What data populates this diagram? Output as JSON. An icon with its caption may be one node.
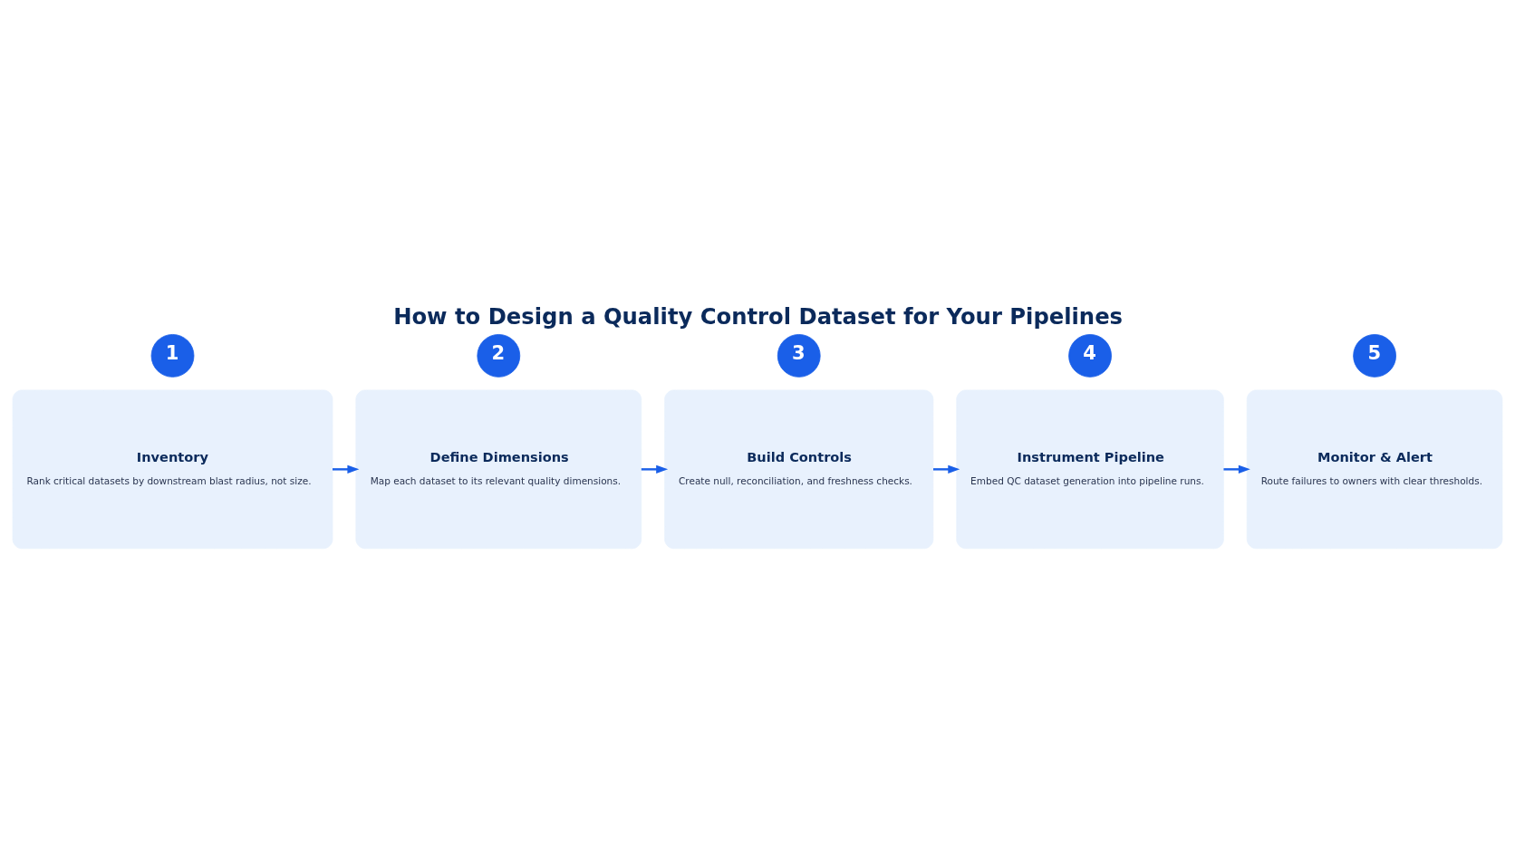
{
  "diagram": {
    "title": "How to Design a Quality Control Dataset for Your Pipelines",
    "nodes": [
      {
        "text": [
          "1"
        ]
      },
      {
        "text": [
          "Inventory",
          "Rank critical datasets by downstream blast radius, not size."
        ]
      },
      {
        "text": [
          "2"
        ]
      },
      {
        "text": [
          "Define Dimensions",
          "Map each dataset to its relevant quality dimensions."
        ]
      },
      {
        "text": [
          "3"
        ]
      },
      {
        "text": [
          "Build Controls",
          "Create null, reconciliation, and freshness checks."
        ]
      },
      {
        "text": [
          "4"
        ]
      },
      {
        "text": [
          "Instrument Pipeline",
          "Embed QC dataset generation into pipeline runs."
        ]
      },
      {
        "text": [
          "5"
        ]
      },
      {
        "text": [
          "Monitor & Alert",
          "Route failures to owners with clear thresholds."
        ]
      }
    ],
    "edges": [
      {
        "from": 1,
        "to": 3,
        "arrow": "to"
      },
      {
        "from": 3,
        "to": 5,
        "arrow": "to"
      },
      {
        "from": 5,
        "to": 7,
        "arrow": "to"
      },
      {
        "from": 7,
        "to": 9,
        "arrow": "to"
      }
    ]
  }
}
